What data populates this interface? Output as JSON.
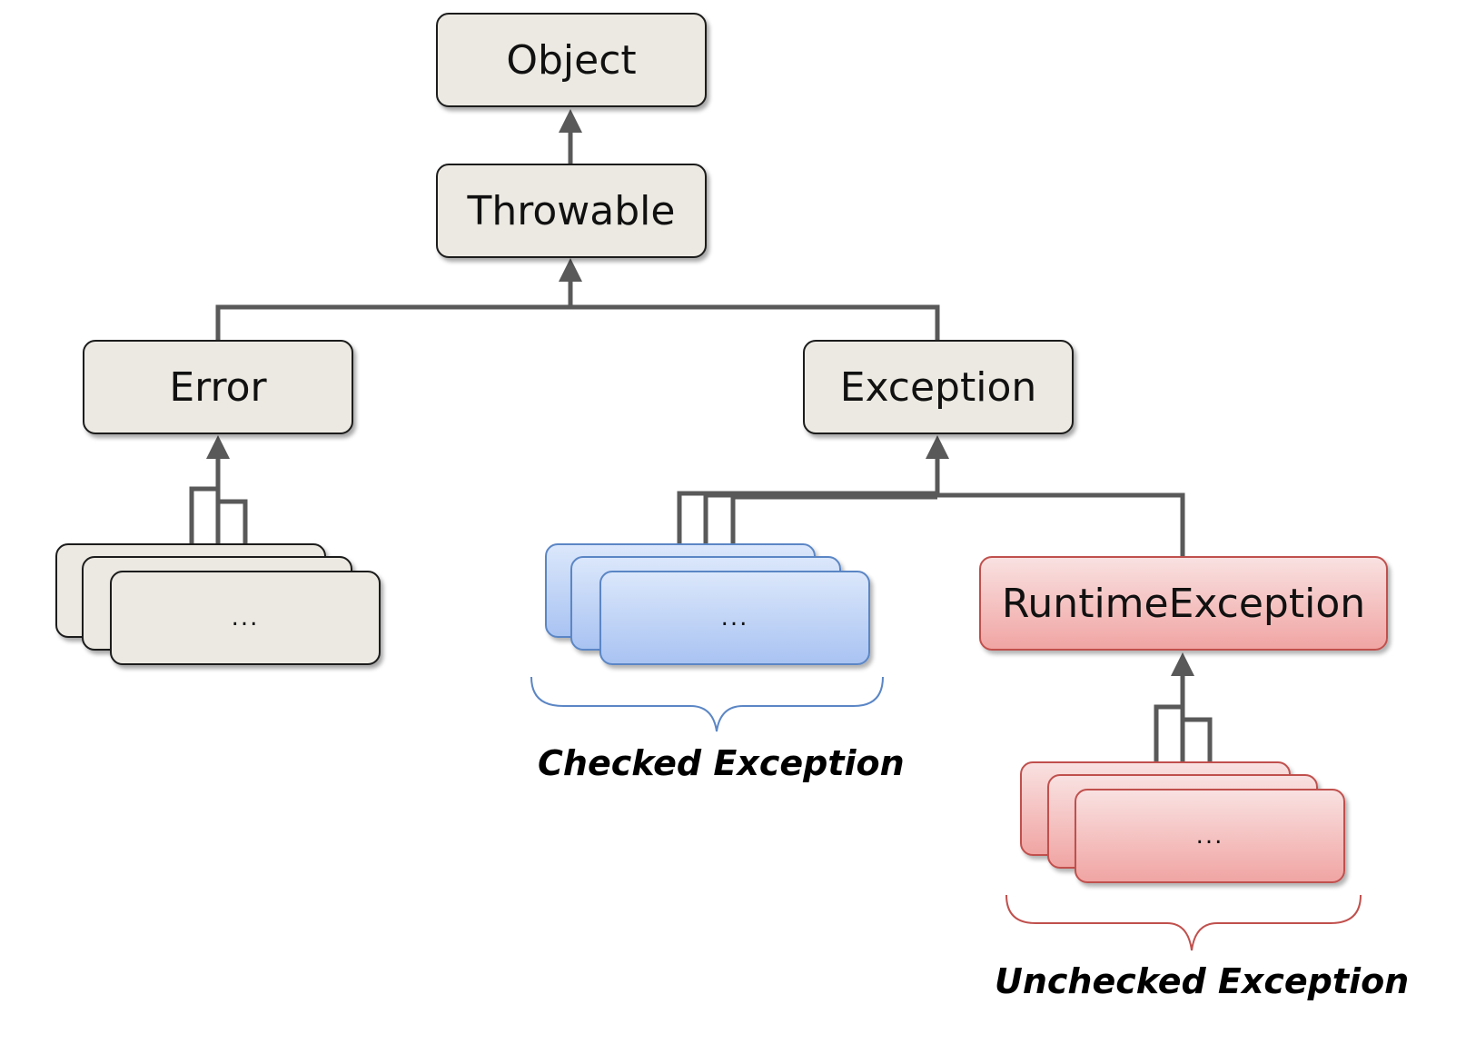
{
  "diagram": {
    "nodes": {
      "object": "Object",
      "throwable": "Throwable",
      "error": "Error",
      "exception": "Exception",
      "runtime_exception": "RuntimeException",
      "error_subclasses": "...",
      "checked_subclasses": "...",
      "unchecked_subclasses": "..."
    },
    "captions": {
      "checked": "Checked Exception",
      "unchecked": "Unchecked Exception"
    },
    "colors": {
      "base_fill": "#ebe9e1",
      "checked_fill": "#c4d6f7",
      "checked_border": "#5b86c5",
      "unchecked_fill": "#f4c3c2",
      "unchecked_border": "#c0504d",
      "connector": "#595959"
    },
    "edges": [
      {
        "from": "Throwable",
        "to": "Object"
      },
      {
        "from": "Error",
        "to": "Throwable"
      },
      {
        "from": "Exception",
        "to": "Throwable"
      },
      {
        "from": "error_subclasses",
        "to": "Error"
      },
      {
        "from": "checked_subclasses",
        "to": "Exception"
      },
      {
        "from": "RuntimeException",
        "to": "Exception"
      },
      {
        "from": "unchecked_subclasses",
        "to": "RuntimeException"
      }
    ]
  }
}
